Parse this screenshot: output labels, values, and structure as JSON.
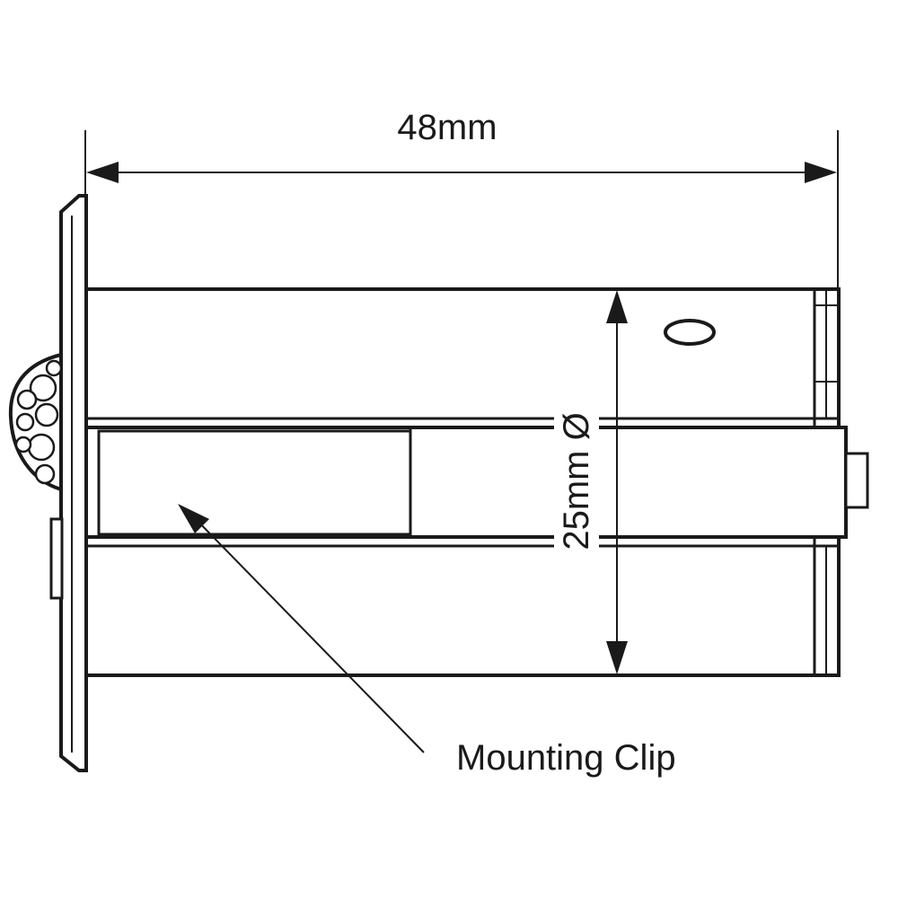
{
  "dimensions": {
    "length_label": "48mm",
    "diameter_label": "25mm Ø"
  },
  "callouts": {
    "mounting_clip": "Mounting Clip"
  },
  "colors": {
    "line": "#1a1a1a",
    "background": "#ffffff"
  }
}
